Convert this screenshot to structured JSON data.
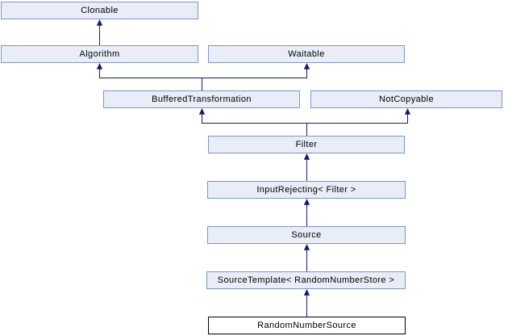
{
  "diagram": {
    "kind": "class-inheritance-graph",
    "nodes": [
      {
        "id": "clonable",
        "label": "Clonable",
        "current": false
      },
      {
        "id": "algorithm",
        "label": "Algorithm",
        "current": false
      },
      {
        "id": "waitable",
        "label": "Waitable",
        "current": false
      },
      {
        "id": "buffered-transformation",
        "label": "BufferedTransformation",
        "current": false
      },
      {
        "id": "not-copyable",
        "label": "NotCopyable",
        "current": false
      },
      {
        "id": "filter",
        "label": "Filter",
        "current": false
      },
      {
        "id": "input-rejecting-filter",
        "label": "InputRejecting< Filter >",
        "current": false
      },
      {
        "id": "source",
        "label": "Source",
        "current": false
      },
      {
        "id": "source-template",
        "label": "SourceTemplate< RandomNumberStore >",
        "current": false
      },
      {
        "id": "random-number-source",
        "label": "RandomNumberSource",
        "current": true
      }
    ],
    "edges": [
      {
        "from": "algorithm",
        "to": "clonable"
      },
      {
        "from": "buffered-transformation",
        "to": "algorithm"
      },
      {
        "from": "buffered-transformation",
        "to": "waitable"
      },
      {
        "from": "filter",
        "to": "buffered-transformation"
      },
      {
        "from": "filter",
        "to": "not-copyable"
      },
      {
        "from": "input-rejecting-filter",
        "to": "filter"
      },
      {
        "from": "source",
        "to": "input-rejecting-filter"
      },
      {
        "from": "source-template",
        "to": "source"
      },
      {
        "from": "random-number-source",
        "to": "source-template"
      }
    ],
    "colors": {
      "node_fill": "#E8EDF7",
      "node_border": "#8094C4",
      "node_text": "#000000",
      "current_fill": "#FFFFFF",
      "current_border": "#000000",
      "current_text": "#000000",
      "edge": "#191970",
      "background": "#FFFFFF"
    }
  }
}
